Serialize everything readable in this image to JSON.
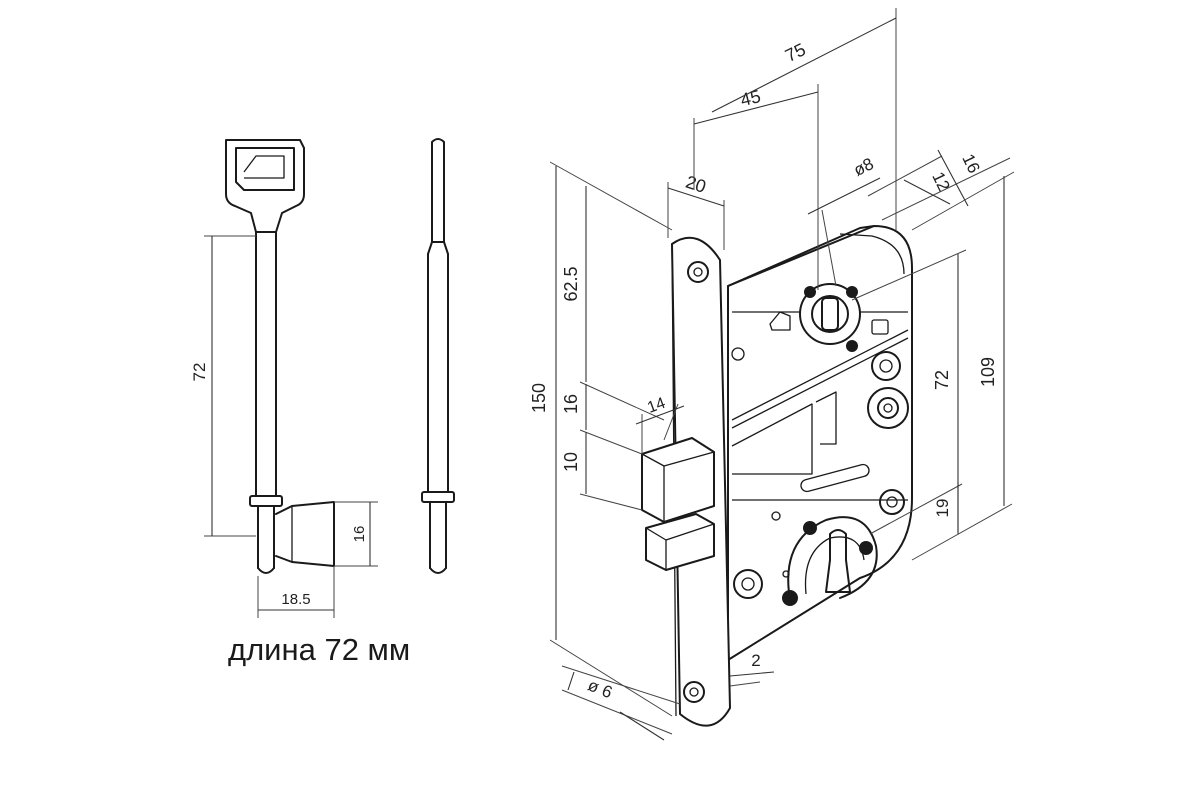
{
  "caption": "длина 72 мм",
  "key": {
    "dims": {
      "shaft": "72",
      "bit_height": "16",
      "bit_width": "18.5"
    }
  },
  "lock": {
    "dims": {
      "backset": "75",
      "to_follower": "45",
      "faceplate_width": "20",
      "follower_diameter": "ø8",
      "thickness_outer": "16",
      "thickness_inner": "12",
      "faceplate_height": "150",
      "top_to_follower": "62.5",
      "latch_gap": "16",
      "latch_height": "10",
      "latch_depth": "14",
      "center_distance": "72",
      "case_height": "109",
      "bottom_offset": "19",
      "screw_hole": "ø 6",
      "plate_thickness": "2"
    }
  }
}
